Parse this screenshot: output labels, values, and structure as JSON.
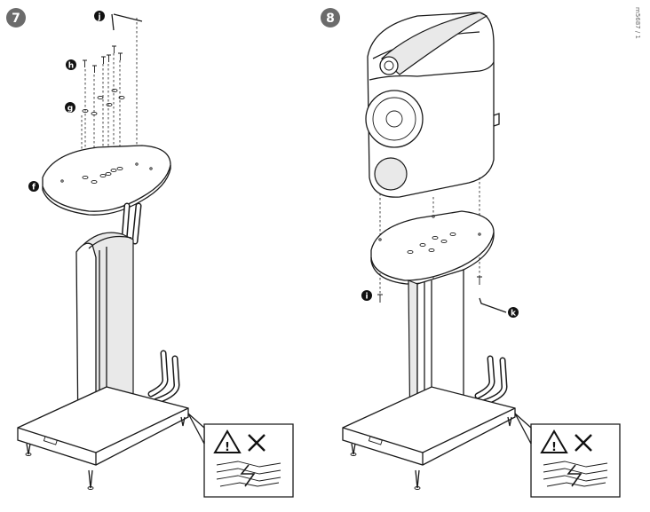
{
  "steps": [
    {
      "number": "7",
      "labels": {
        "f": "f",
        "g": "g",
        "h": "h",
        "j": "j"
      }
    },
    {
      "number": "8",
      "labels": {
        "i": "i",
        "k": "k"
      }
    }
  ],
  "warning": {
    "icon": "warning-triangle-icon",
    "cross": "cross-icon",
    "hazard": "uneven-floor-icon"
  },
  "doc_id": "m5687 / 1"
}
